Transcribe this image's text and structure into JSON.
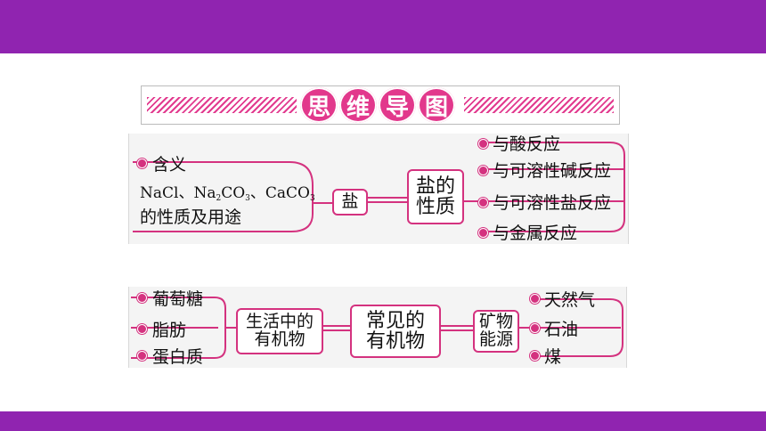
{
  "title": {
    "chars": [
      "思",
      "维",
      "导",
      "图"
    ]
  },
  "diagram1": {
    "left_items": {
      "meaning": "含义",
      "compounds": {
        "parts": [
          "NaCl",
          "、Na",
          "2",
          "CO",
          "3",
          "、CaCO",
          "3"
        ]
      },
      "compounds_line2": "的性质及用途"
    },
    "center_node": "盐",
    "main_node": {
      "line1": "盐的",
      "line2": "性质"
    },
    "right_items": [
      "与酸反应",
      "与可溶性碱反应",
      "与可溶性盐反应",
      "与金属反应"
    ]
  },
  "diagram2": {
    "left_items": [
      "葡萄糖",
      "脂肪",
      "蛋白质"
    ],
    "sub_node": {
      "line1": "生活中的",
      "line2": "有机物"
    },
    "main_node": {
      "line1": "常见的",
      "line2": "有机物"
    },
    "right_node": {
      "line1": "矿物",
      "line2": "能源"
    },
    "right_items": [
      "天然气",
      "石油",
      "煤"
    ]
  },
  "colors": {
    "accent": "#d4327f",
    "band": "#9024b0",
    "title_circle": "#e2388c"
  }
}
